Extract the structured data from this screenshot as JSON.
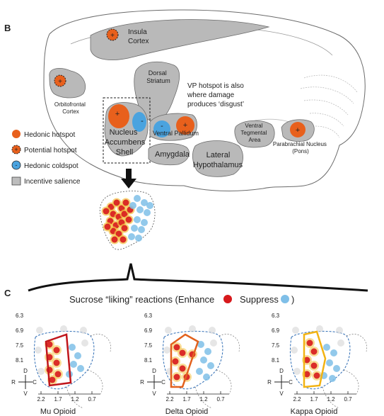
{
  "panel_b_label": "B",
  "panel_c_label": "C",
  "regions": {
    "insula": [
      "Insula",
      "Cortex"
    ],
    "orbitofrontal": [
      "Orbitofrontal",
      "Cortex"
    ],
    "dorsal_striatum": [
      "Dorsal",
      "Striatum"
    ],
    "vp_note": [
      "VP hotspot is also",
      "where damage",
      "produces ‘disgust’"
    ],
    "nucleus_accumbens": [
      "Nucleus",
      "Accumbens",
      "Shell"
    ],
    "ventral_pallidum": "Ventral Pallidum",
    "amygdala": "Amygdala",
    "lateral_hypothalamus": [
      "Lateral",
      "Hypothalamus"
    ],
    "vta": [
      "Ventral",
      "Tegmental",
      "Area"
    ],
    "parabrachial": [
      "Parabrachial Nucleus",
      "(Pons)"
    ]
  },
  "legend": [
    {
      "label": "Hedonic hotspot",
      "type": "hotspot",
      "color": "#e8601c"
    },
    {
      "label": "Potential hotspot",
      "type": "potential",
      "color": "#e8601c"
    },
    {
      "label": "Hedonic coldspot",
      "type": "coldspot",
      "color": "#4aa3df"
    },
    {
      "label": "Incentive salience",
      "type": "salience",
      "color": "#bdbdbd"
    }
  ],
  "sucrose_title": "Sucrose “liking” reactions (Enhance",
  "sucrose_suppress": "Suppress",
  "sucrose_close": ")",
  "enhance_color": "#d7191c",
  "suppress_color": "#7fbfe8",
  "y_ticks": [
    "6.3",
    "6.9",
    "7.5",
    "8.1"
  ],
  "x_ticks": [
    "2.2",
    "1.7",
    "1.2",
    "0.7"
  ],
  "compass": {
    "d": "D",
    "v": "V",
    "r": "R",
    "c": "C"
  },
  "maps": [
    {
      "title": "Mu Opioid",
      "outline_color": "#c0161c"
    },
    {
      "title": "Delta Opioid",
      "outline_color": "#e2611d"
    },
    {
      "title": "Kappa Opioid",
      "outline_color": "#f2b313"
    }
  ]
}
